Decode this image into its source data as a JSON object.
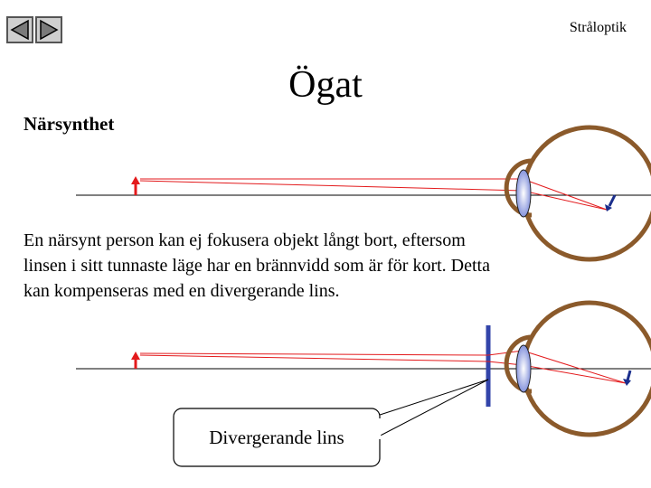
{
  "header": {
    "title": "Stråloptik"
  },
  "nav": {
    "prev_icon": "left-arrow-icon",
    "next_icon": "right-arrow-icon"
  },
  "slide": {
    "title": "Ögat",
    "heading": "Närsynthet",
    "body": "En närsynt person kan ej fokusera objekt långt bort, eftersom linsen i sitt tunnaste läge har en brännvidd som är för kort. Detta kan kompenseras med en divergerande lins."
  },
  "diagram": {
    "callout_label": "Divergerande lins",
    "colors": {
      "eye": "#8B5A2B",
      "ray": "#E31A1C",
      "object": "#E31A1C",
      "corrective_lens": "#3344AA",
      "eye_lens": "#6E7FD6",
      "image_arrow": "#1A2E8C",
      "axis": "#000000"
    }
  }
}
